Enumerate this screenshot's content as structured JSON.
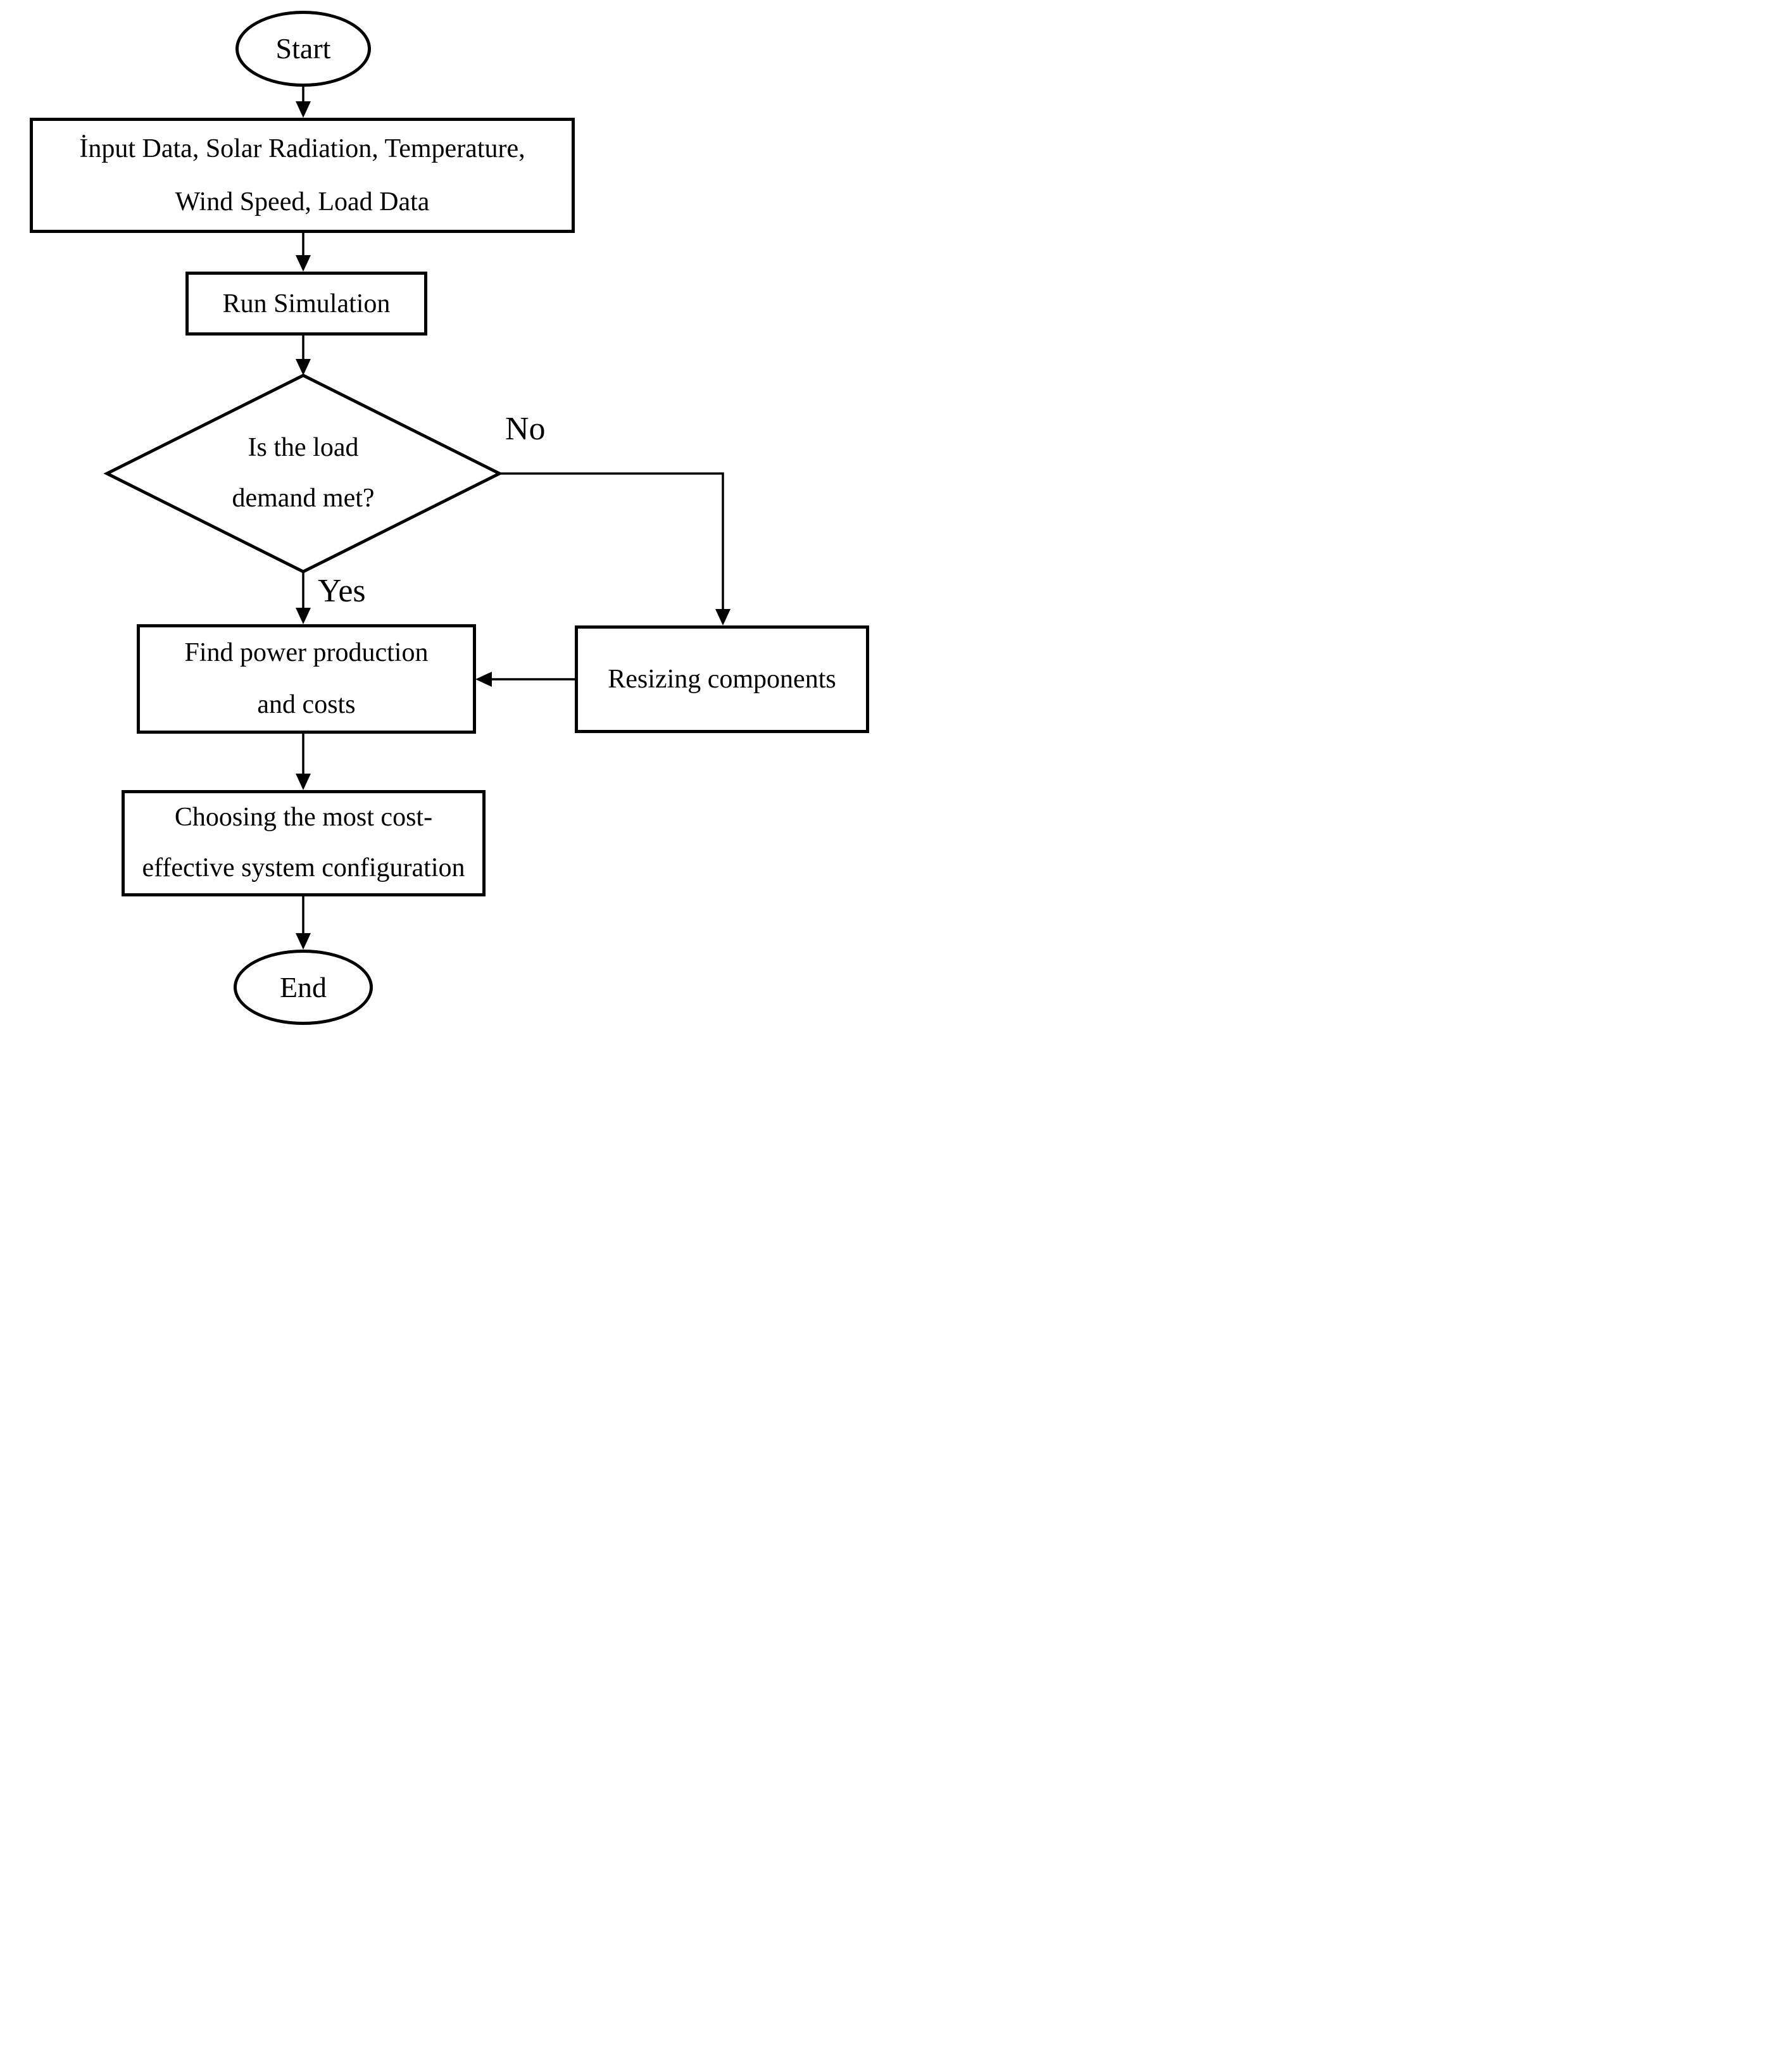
{
  "flowchart": {
    "nodes": {
      "start": {
        "label": "Start",
        "type": "terminal"
      },
      "input": {
        "label": "İnput Data, Solar Radiation, Temperature,\nWind Speed, Load Data",
        "type": "process"
      },
      "run": {
        "label": "Run Simulation",
        "type": "process"
      },
      "decision": {
        "label": "Is the load\ndemand met?",
        "type": "decision"
      },
      "resizing": {
        "label": "Resizing components",
        "type": "process"
      },
      "find": {
        "label": "Find power production\nand costs",
        "type": "process"
      },
      "choosing": {
        "label": "Choosing the most cost-\neffective system configuration",
        "type": "process"
      },
      "end": {
        "label": "End",
        "type": "terminal"
      }
    },
    "edge_labels": {
      "yes": "Yes",
      "no": "No"
    },
    "edges": [
      {
        "from": "start",
        "to": "input",
        "label": ""
      },
      {
        "from": "input",
        "to": "run",
        "label": ""
      },
      {
        "from": "run",
        "to": "decision",
        "label": ""
      },
      {
        "from": "decision",
        "to": "find",
        "label": "Yes"
      },
      {
        "from": "decision",
        "to": "resizing",
        "label": "No"
      },
      {
        "from": "resizing",
        "to": "find",
        "label": ""
      },
      {
        "from": "find",
        "to": "choosing",
        "label": ""
      },
      {
        "from": "choosing",
        "to": "end",
        "label": ""
      }
    ],
    "colors": {
      "stroke": "#000000",
      "fill": "#ffffff",
      "background": "#ffffff"
    }
  }
}
